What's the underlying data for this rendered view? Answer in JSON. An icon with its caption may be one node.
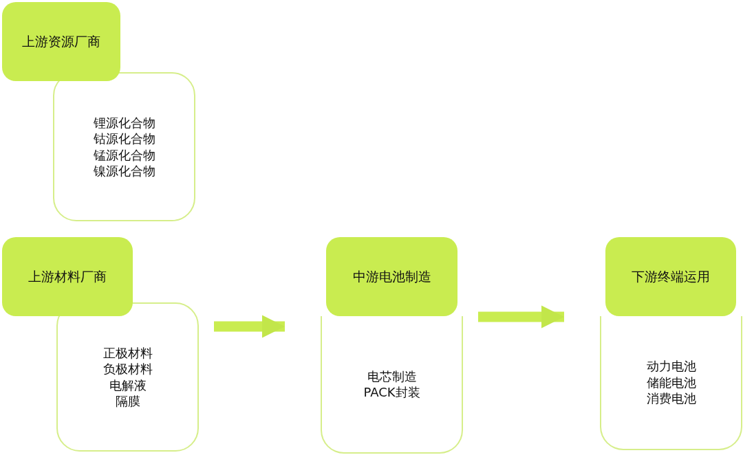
{
  "diagram": {
    "nodes": [
      {
        "text": [
          "上游资源厂商"
        ]
      },
      {
        "text": [
          "锂源化合物",
          "钴源化合物",
          "锰源化合物",
          "镍源化合物"
        ]
      },
      {
        "text": [
          "上游材料厂商"
        ]
      },
      {
        "text": [
          "正极材料",
          "负极材料",
          "电解液",
          "隔膜"
        ]
      },
      {
        "text": [
          "中游电池制造"
        ]
      },
      {
        "text": [
          "电芯制造",
          "PACK封装"
        ]
      },
      {
        "text": [
          "下游终端运用"
        ]
      },
      {
        "text": [
          "动力电池",
          "储能电池",
          "消费电池"
        ]
      }
    ],
    "edges": [
      {
        "from": 3,
        "to": 5,
        "arrow": "to"
      },
      {
        "from": 5,
        "to": 7,
        "arrow": "to"
      }
    ]
  }
}
